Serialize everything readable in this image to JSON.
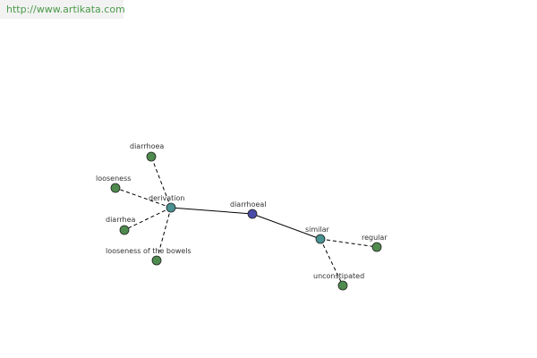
{
  "site": {
    "url": "http://www.artikata.com"
  },
  "colors": {
    "center_node": "#4a4aa8",
    "hub_node": "#4a9191",
    "leaf_node": "#4f8a4f",
    "edge": "#000000",
    "url_text": "#4a9a4a"
  },
  "graph": {
    "center": {
      "label": "diarrhoeal"
    },
    "hubs": [
      {
        "id": "derivation",
        "label": "derivation"
      },
      {
        "id": "similar",
        "label": "similar"
      }
    ],
    "leaves": [
      {
        "id": "diarrhoea",
        "label": "diarrhoea",
        "hub": "derivation"
      },
      {
        "id": "looseness",
        "label": "looseness",
        "hub": "derivation"
      },
      {
        "id": "diarrhea",
        "label": "diarrhea",
        "hub": "derivation"
      },
      {
        "id": "looseness-of-the-bowels",
        "label": "looseness of the bowels",
        "hub": "derivation"
      },
      {
        "id": "regular",
        "label": "regular",
        "hub": "similar"
      },
      {
        "id": "unconstipated",
        "label": "unconstipated",
        "hub": "similar"
      }
    ]
  }
}
